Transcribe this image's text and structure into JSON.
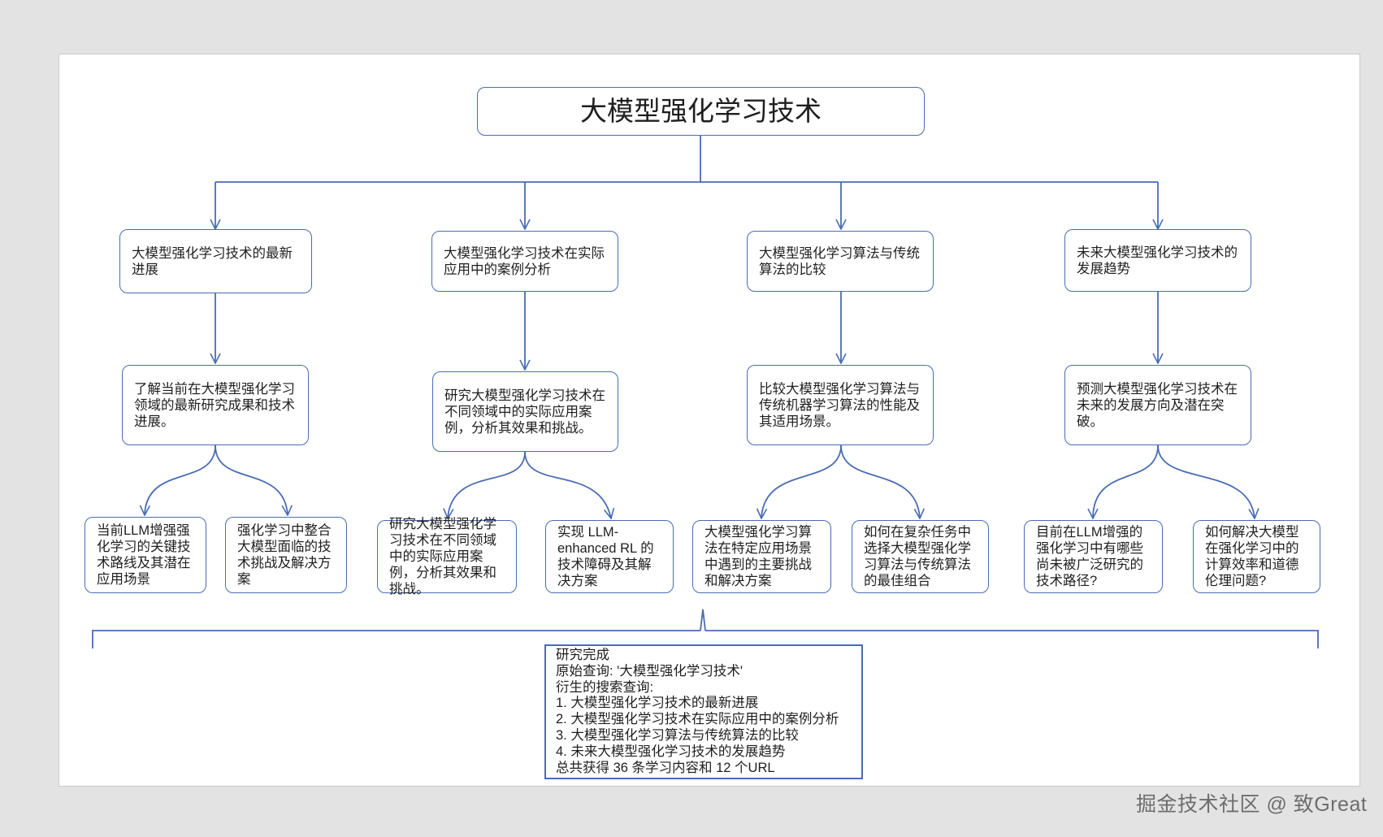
{
  "diagram": {
    "root": "大模型强化学习技术",
    "topics": [
      {
        "title": "大模型强化学习技术的最新进展",
        "goal": "了解当前在大模型强化学习领域的最新研究成果和技术进展。",
        "questions": [
          "当前LLM增强强化学习的关键技术路线及其潜在应用场景",
          "强化学习中整合大模型面临的技术挑战及解决方案"
        ]
      },
      {
        "title": "大模型强化学习技术在实际应用中的案例分析",
        "goal": "研究大模型强化学习技术在不同领域中的实际应用案例，分析其效果和挑战。",
        "questions": [
          "研究大模型强化学习技术在不同领域中的实际应用案例，分析其效果和挑战。",
          "实现 LLM-enhanced RL 的技术障碍及其解决方案"
        ]
      },
      {
        "title": "大模型强化学习算法与传统算法的比较",
        "goal": "比较大模型强化学习算法与传统机器学习算法的性能及其适用场景。",
        "questions": [
          "大模型强化学习算法在特定应用场景中遇到的主要挑战和解决方案",
          "如何在复杂任务中选择大模型强化学习算法与传统算法的最佳组合"
        ]
      },
      {
        "title": "未来大模型强化学习技术的发展趋势",
        "goal": "预测大模型强化学习技术在未来的发展方向及潜在突破。",
        "questions": [
          "目前在LLM增强的强化学习中有哪些尚未被广泛研究的技术路径?",
          "如何解决大模型在强化学习中的计算效率和道德伦理问题?"
        ]
      }
    ]
  },
  "summary": {
    "lines": [
      "研究完成",
      "原始查询: '大模型强化学习技术'",
      "衍生的搜索查询:",
      "1. 大模型强化学习技术的最新进展",
      "2. 大模型强化学习技术在实际应用中的案例分析",
      "3. 大模型强化学习算法与传统算法的比较",
      "4. 未来大模型强化学习技术的发展趋势",
      "总共获得 36 条学习内容和 12 个URL"
    ]
  },
  "watermark": "掘金技术社区 @ 致Great",
  "colors": {
    "accent": "#4a6cb3",
    "background": "#e3e3e3",
    "canvas": "#ffffff"
  }
}
